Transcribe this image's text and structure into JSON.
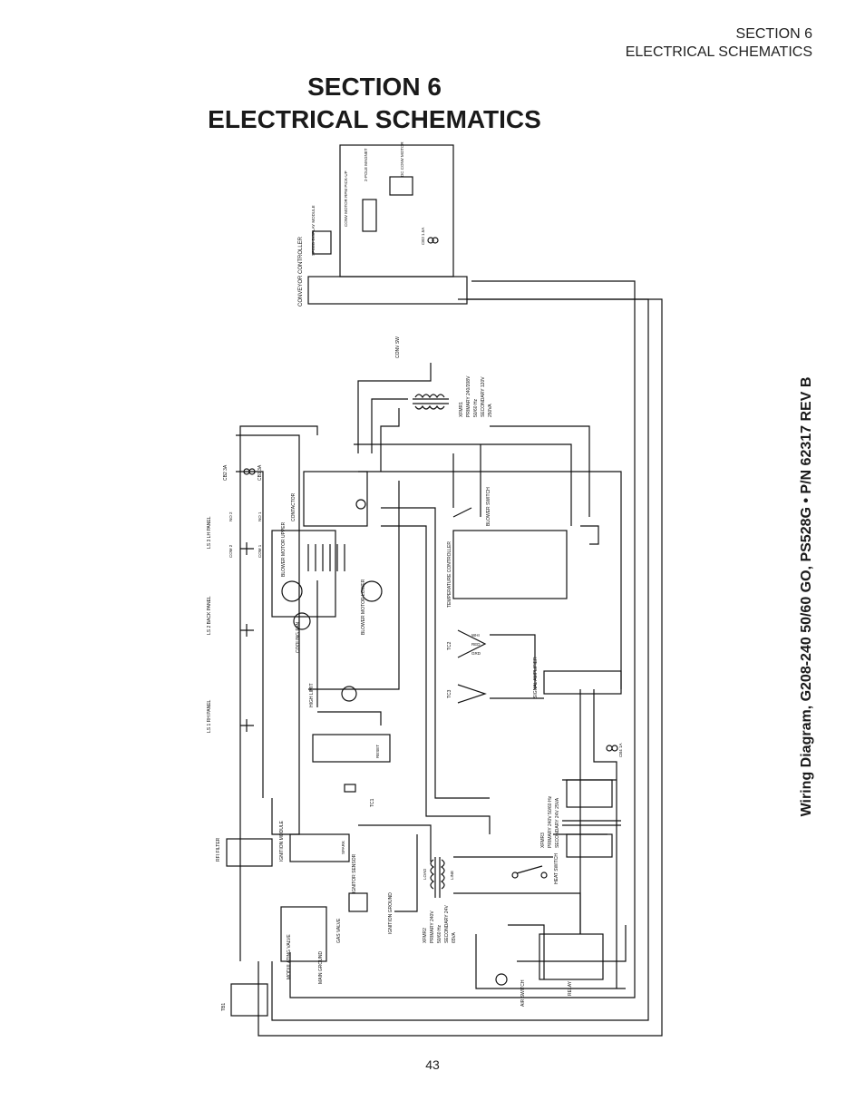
{
  "header": {
    "section_line1": "SECTION 6",
    "section_line2": "ELECTRICAL SCHEMATICS"
  },
  "title": {
    "line1": "SECTION 6",
    "line2": "ELECTRICAL SCHEMATICS"
  },
  "caption": "Wiring Diagram, G208-240 50/60 GO, PS528G • P/N 62317 REV B",
  "page_number": "43",
  "diagram": {
    "labels": {
      "conveyor_controller": "CONVEYOR CONTROLLER",
      "speed_display": "SPEED DISPLAY MODULE",
      "motor_pickup": "CONV MOTOR RPM PICK-UP",
      "pole_magnet": "2-POLE MAGNET",
      "dc_conv_motor": "DC CONV MOTOR",
      "conv_sw": "CONV SW",
      "cb3": "CB3 1.5A",
      "xfmr1": "XFMR1",
      "xfmr1_primary": "PRIMARY 240/208V",
      "xfmr1_freq": "50/60 Hz",
      "xfmr1_secondary": "SECONDARY 120V",
      "xfmr1_va": "250VA",
      "contactor": "CONTACTOR",
      "cb2": "CB2 3A",
      "cb1": "CB1 3A",
      "blower_motor_upper": "BLOWER MOTOR UPPER",
      "blower_motor_lower": "BLOWER MOTOR LOWER",
      "cooling_fan": "COOLING FAN",
      "blower_switch": "BLOWER SWITCH",
      "temperature_controller": "TEMPERATURE CONTROLLER",
      "ls3": "LS 3 LH PANEL",
      "ls2": "LS 2 BACK PANEL",
      "ls1": "LS 1 RH PANEL",
      "no2": "NO 2",
      "no1": "NO 1",
      "com2": "COM 2",
      "com1": "COM 1",
      "tc1": "TC1",
      "tc2": "TC2",
      "tc3": "TC3",
      "whi": "WHI",
      "red": "RED",
      "grd": "GRD",
      "high_limit": "HIGH LIMIT",
      "reset": "RESET",
      "signal_amplifier": "SIGNAL AMPLIFIER",
      "cb4": "CB4 1A",
      "rfi_filter": "RFI FILTER",
      "ignition_module": "IGNITION MODULE",
      "spark": "SPARK",
      "ignitor_sensor": "IGNITOR SENSOR",
      "gas_valve": "GAS VALVE",
      "modulating_valve": "MODULATING VALVE",
      "main_ground": "MAIN GROUND",
      "ignition_ground": "IGNITION GROUND",
      "xfmr2": "XFMR2",
      "xfmr2_primary": "PRIMARY 240V",
      "xfmr2_freq": "50/60 Hz",
      "xfmr2_secondary": "SECONDARY 24V",
      "xfmr2_va": "65VA",
      "xfmr3": "XFMR3",
      "xfmr3_primary": "PRIMARY 240V 50/60 Hz",
      "xfmr3_secondary": "SECONDARY 24V 25VA",
      "load": "LOAD",
      "line": "LINE",
      "heat_switch": "HEAT SWITCH",
      "air_switch": "AIR SWITCH",
      "relay": "RELAY",
      "tb1": "TB1"
    }
  }
}
